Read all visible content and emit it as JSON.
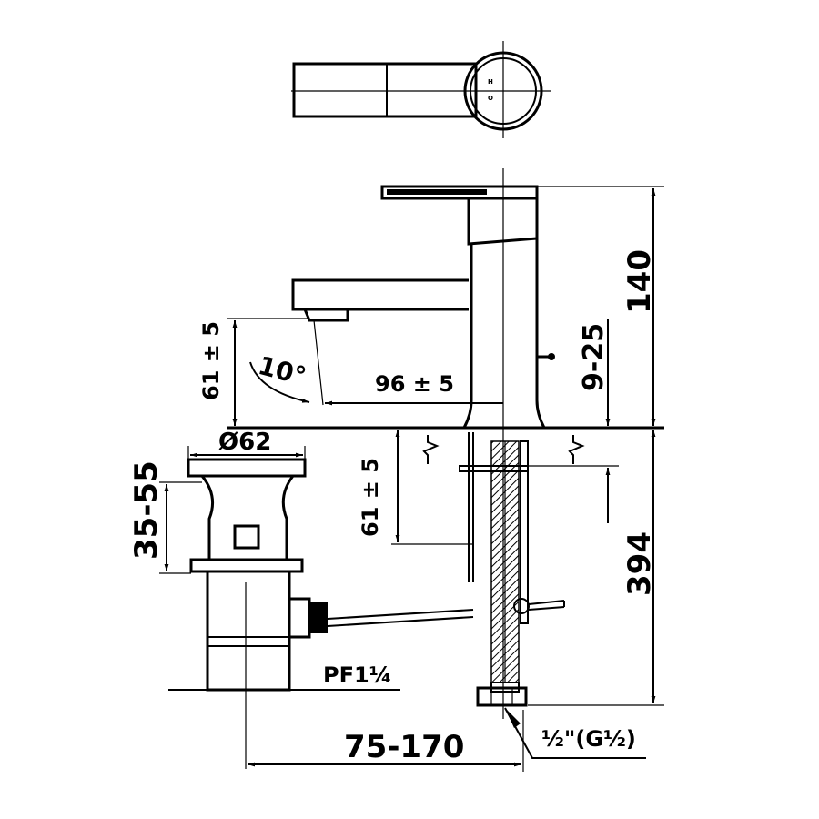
{
  "drawing": {
    "top_view_marks": {
      "hot": "H",
      "off": "O"
    },
    "dimensions": {
      "handle_height": "140",
      "deck_thickness": "9-25",
      "spout_height": "61 ± 5",
      "spout_angle": "10°",
      "spout_reach": "96 ± 5",
      "drain_diameter": "Ø62",
      "drain_height_range": "35-55",
      "total_height": "394",
      "rod_depth": "61 ± 5",
      "drain_thread": "PF1¼",
      "drain_offset": "75-170",
      "hose_thread": "½\"(G½)"
    },
    "line_color": "#000000",
    "background_color": "#ffffff"
  }
}
